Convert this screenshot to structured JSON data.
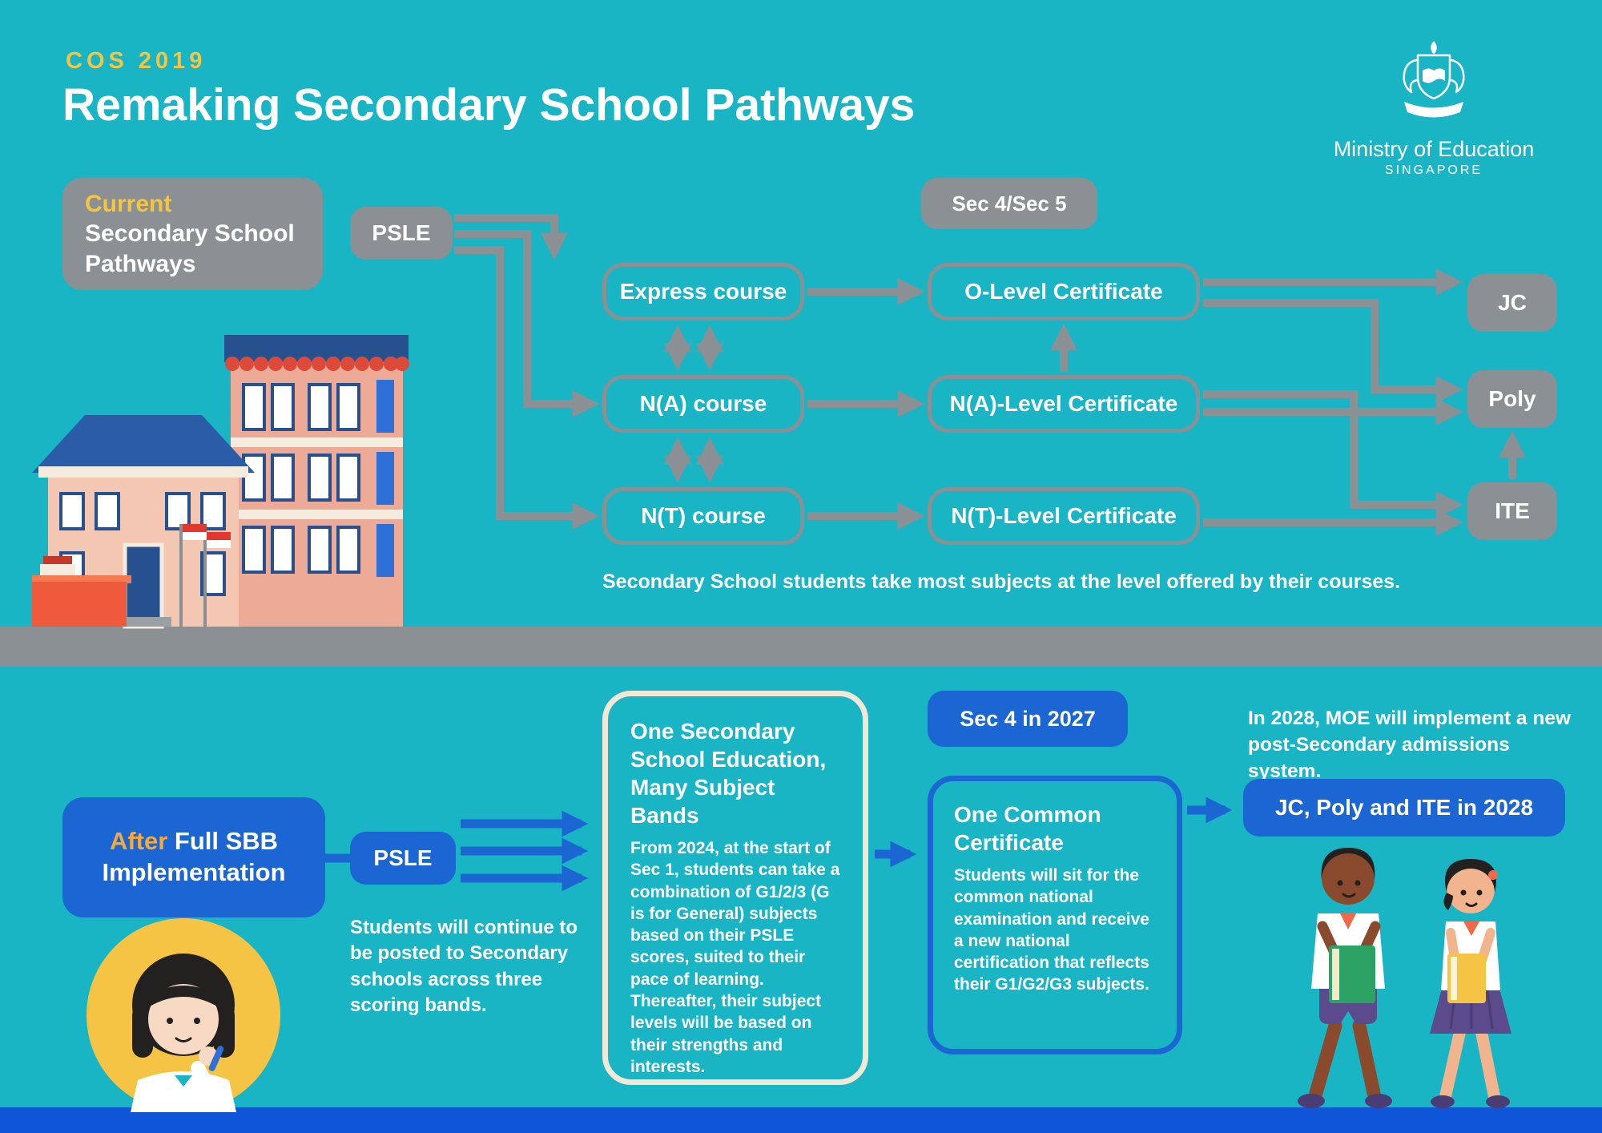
{
  "page": {
    "kicker": "COS 2019",
    "title": "Remaking Secondary School Pathways"
  },
  "logo": {
    "org": "Ministry of Education",
    "country": "SINGAPORE"
  },
  "current": {
    "label_highlight": "Current",
    "label_rest": " Secondary School Pathways",
    "psle": "PSLE",
    "sec45": "Sec 4/Sec 5",
    "courses": [
      "Express course",
      "N(A) course",
      "N(T) course"
    ],
    "certificates": [
      "O-Level Certificate",
      "N(A)-Level Certificate",
      "N(T)-Level Certificate"
    ],
    "destinations": [
      "JC",
      "Poly",
      "ITE"
    ],
    "caption": "Secondary School students take most subjects at the level offered by their courses."
  },
  "after": {
    "label_highlight": "After",
    "label_rest": " Full SBB Implementation",
    "psle": "PSLE",
    "psle_note": "Students will continue to be posted to Secondary schools across three scoring bands.",
    "sbb_box": {
      "heading": "One Secondary School Education, Many Subject Bands",
      "body_prefix": "From ",
      "body_bold": "2024",
      "body_rest": ", at the start of Sec 1, students can take a combination of G1/2/3 (G is for General) subjects based on their PSLE scores, suited to their pace of learning. Thereafter, their subject levels will be based on their strengths and interests."
    },
    "sec4_label": "Sec 4 in 2027",
    "cert_box": {
      "heading": "One Common Certificate",
      "body": "Students will sit for the common national examination and receive a new national certification that reflects their G1/G2/G3 subjects."
    },
    "note_2028": "In 2028, MOE will implement a new post-Secondary admissions system.",
    "jc_poly_ite": "JC, Poly and ITE in 2028"
  },
  "colors": {
    "teal": "#1ab5c5",
    "gray": "#8b9094",
    "blue": "#1b66d3",
    "blue_dark": "#0f55d8",
    "yellow": "#f5c542",
    "orange": "#f5a83c",
    "cream": "#f2e8d5"
  }
}
